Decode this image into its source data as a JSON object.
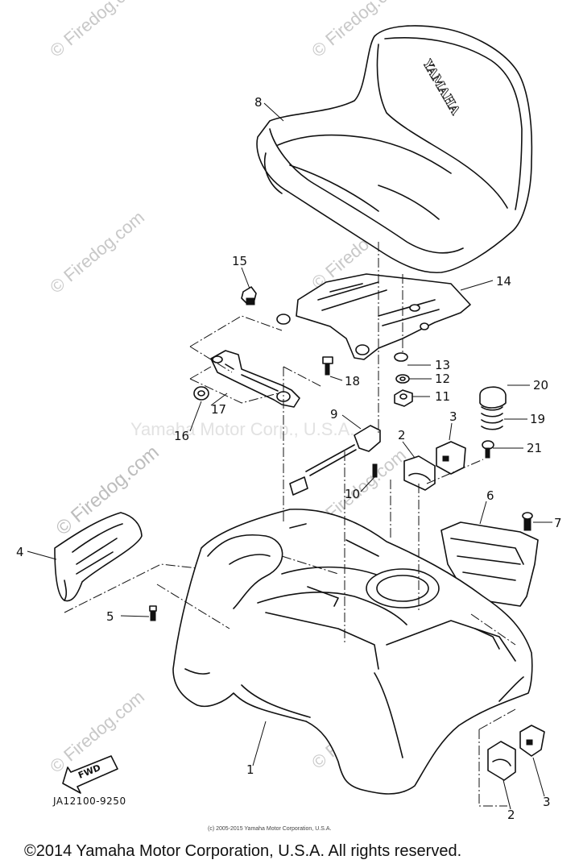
{
  "watermarks": {
    "site": "© Firedog.com",
    "company": "Yamaha Motor Corp., U.S.A."
  },
  "seat_brand": "YAMAHA",
  "fwd_label": "FWD",
  "diagram_code": "JA12100-9250",
  "small_copyright": "(c) 2005-2015 Yamaha Motor Corporation, U.S.A.",
  "footer_copyright": "©2014 Yamaha Motor Corporation, U.S.A. All rights reserved.",
  "callouts": [
    {
      "id": "callout-1",
      "label": "1"
    },
    {
      "id": "callout-2a",
      "label": "2"
    },
    {
      "id": "callout-2b",
      "label": "2"
    },
    {
      "id": "callout-3a",
      "label": "3"
    },
    {
      "id": "callout-3b",
      "label": "3"
    },
    {
      "id": "callout-4",
      "label": "4"
    },
    {
      "id": "callout-5",
      "label": "5"
    },
    {
      "id": "callout-6",
      "label": "6"
    },
    {
      "id": "callout-7",
      "label": "7"
    },
    {
      "id": "callout-8",
      "label": "8"
    },
    {
      "id": "callout-9",
      "label": "9"
    },
    {
      "id": "callout-10",
      "label": "10"
    },
    {
      "id": "callout-11",
      "label": "11"
    },
    {
      "id": "callout-12",
      "label": "12"
    },
    {
      "id": "callout-13",
      "label": "13"
    },
    {
      "id": "callout-14",
      "label": "14"
    },
    {
      "id": "callout-15",
      "label": "15"
    },
    {
      "id": "callout-16",
      "label": "16"
    },
    {
      "id": "callout-17",
      "label": "17"
    },
    {
      "id": "callout-18",
      "label": "18"
    },
    {
      "id": "callout-19",
      "label": "19"
    },
    {
      "id": "callout-20",
      "label": "20"
    },
    {
      "id": "callout-21",
      "label": "21"
    }
  ]
}
